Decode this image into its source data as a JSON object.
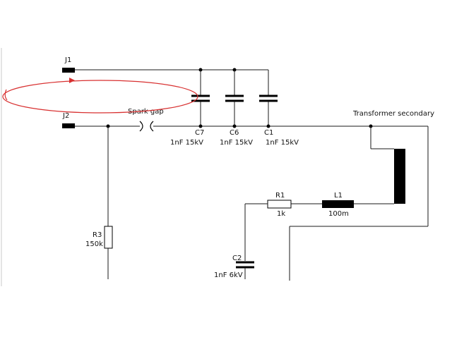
{
  "colors": {
    "wire": "#1a1a1a",
    "component": "#000000",
    "annotation": "#d83030",
    "background": "#ffffff"
  },
  "connectors": {
    "j1": "J1",
    "j2": "J2"
  },
  "spark_gap": {
    "label": "Spark gap"
  },
  "capacitors": {
    "c7": {
      "ref": "C7",
      "value": "1nF 15kV"
    },
    "c6": {
      "ref": "C6",
      "value": "1nF 15kV"
    },
    "c1": {
      "ref": "C1",
      "value": "1nF 15kV"
    },
    "c2": {
      "ref": "C2",
      "value": "1nF 6kV"
    }
  },
  "resistors": {
    "r3": {
      "ref": "R3",
      "value": "150k"
    },
    "r1": {
      "ref": "R1",
      "value": "1k"
    }
  },
  "inductor": {
    "ref": "L1",
    "value": "100m"
  },
  "transformer": {
    "label": "Transformer secondary"
  },
  "annotation": {
    "shape": "ellipse-with-arrow"
  }
}
